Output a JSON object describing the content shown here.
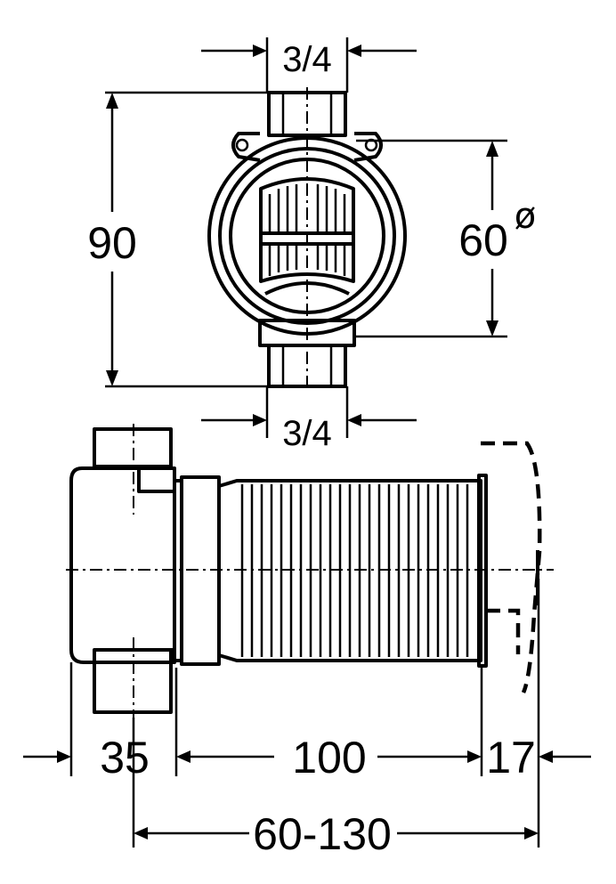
{
  "top_view": {
    "inlet_size": "3/4",
    "outlet_size": "3/4",
    "height": "90",
    "diameter": "60",
    "diameter_symbol": "ø"
  },
  "side_view": {
    "length_body": "35",
    "length_bellows": "100",
    "length_flange": "17",
    "adjustable_range": "60-130"
  }
}
